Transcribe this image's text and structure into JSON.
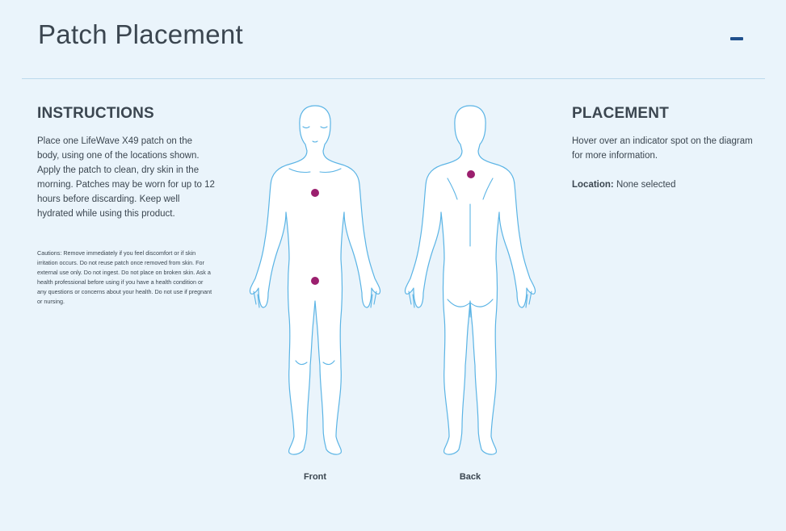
{
  "header": {
    "title": "Patch Placement",
    "collapse_icon": "minus-icon"
  },
  "instructions": {
    "heading": "INSTRUCTIONS",
    "body": "Place one LifeWave X49 patch on the body, using one of the locations shown. Apply the patch to clean, dry skin in the morning. Patches may be worn for up to 12 hours before discarding. Keep well hydrated while using this product.",
    "cautions": "Cautions: Remove immediately if you feel discomfort or if skin irritation occurs. Do not reuse patch once removed from skin. For external use only. Do not ingest. Do not place on broken skin. Ask a health professional before using if you have a health condition or any questions or concerns about your health. Do not use if pregnant or nursing."
  },
  "diagram": {
    "front_label": "Front",
    "back_label": "Back",
    "outline_color": "#5bb4e5",
    "indicator_color": "#9b1f6e"
  },
  "placement": {
    "heading": "PLACEMENT",
    "body": "Hover over an indicator spot on the diagram for more information.",
    "location_label": "Location:",
    "location_value": "None selected"
  }
}
